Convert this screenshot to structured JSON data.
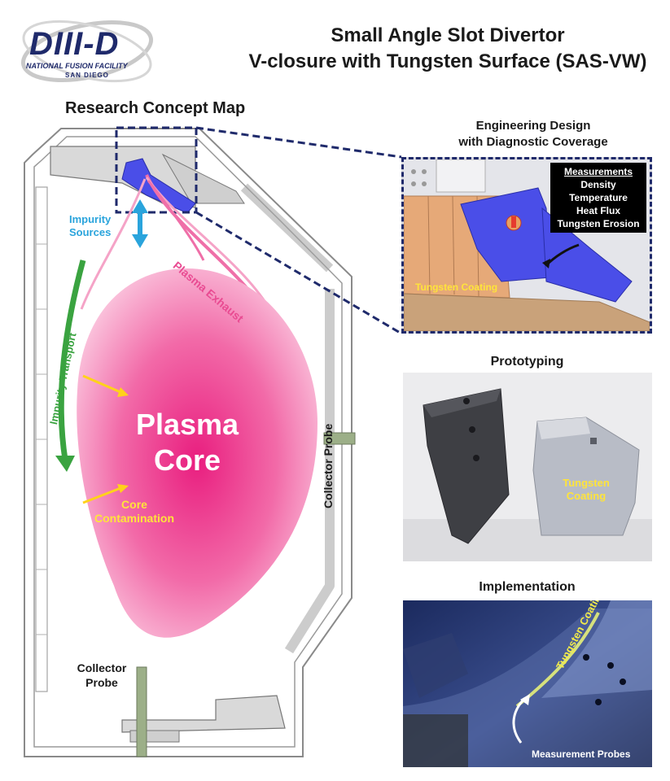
{
  "logo": {
    "name": "DIII-D",
    "line1": "NATIONAL FUSION FACILITY",
    "line2": "SAN DIEGO"
  },
  "title": {
    "line1": "Small Angle Slot Divertor",
    "line2": "V-closure with Tungsten Surface (SAS-VW)"
  },
  "concept_map": {
    "heading": "Research Concept Map",
    "impurity_sources": [
      "Impurity",
      "Sources"
    ],
    "plasma_exhaust": "Plasma Exhaust",
    "impurity_transport": "Impurity Transport",
    "core_title": [
      "Plasma",
      "Core"
    ],
    "core_contamination": [
      "Core",
      "Contamination"
    ],
    "collector_probe_right": "Collector Probe",
    "collector_probe_bottom": [
      "Collector",
      "Probe"
    ]
  },
  "engineering": {
    "heading": [
      "Engineering Design",
      "with Diagnostic Coverage"
    ],
    "measurements_title": "Measurements",
    "measurements": [
      "Density",
      "Temperature",
      "Heat Flux",
      "Tungsten Erosion"
    ],
    "coating": "Tungsten Coating"
  },
  "prototyping": {
    "heading": "Prototyping",
    "coating": [
      "Tungsten",
      "Coating"
    ]
  },
  "implementation": {
    "heading": "Implementation",
    "coating": "Tungsten Coating",
    "probes": "Measurement Probes"
  },
  "colors": {
    "navy": "#1f2a6b",
    "core_pink": "#ec3f8f",
    "exhaust_pink": "#ef6fa8",
    "impurity_blue": "#2aa4dc",
    "transport_green": "#3aa340",
    "coating_yellow": "#ffe43a",
    "divertor_blue": "#4a4ee8"
  }
}
